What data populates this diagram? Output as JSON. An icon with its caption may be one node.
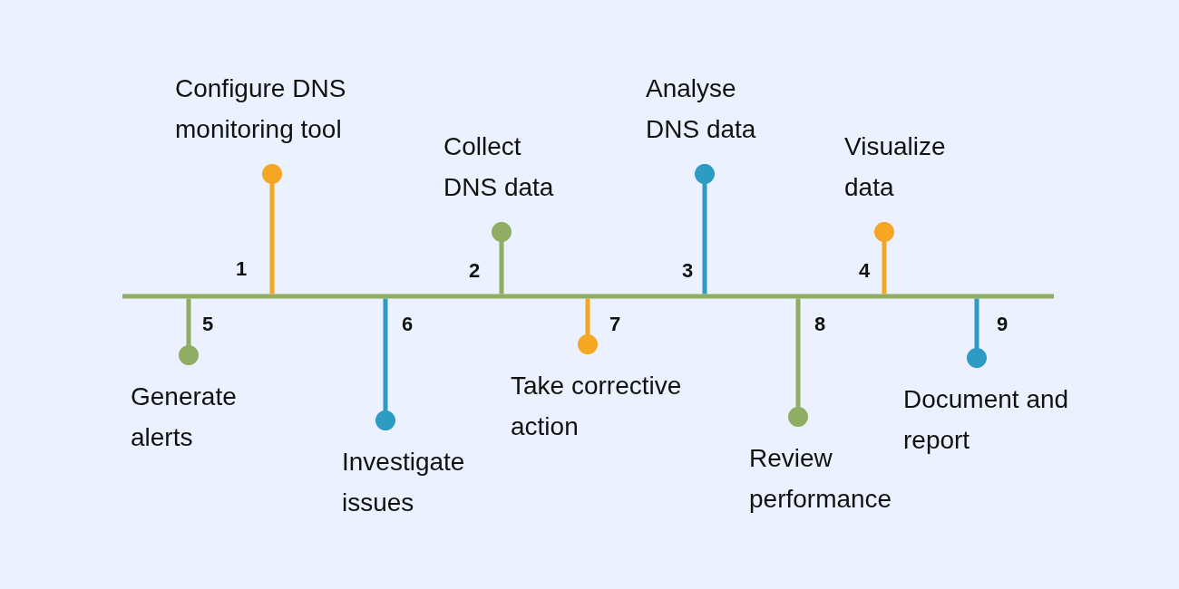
{
  "diagram": {
    "nodes": [
      {
        "text": [],
        "shape": "bar"
      },
      {
        "text": [
          "Configure DNS monitoring tool"
        ]
      },
      {
        "text": [
          "Collect DNS data"
        ]
      },
      {
        "text": [
          "Analyse DNS data"
        ]
      },
      {
        "text": [
          "Visualize data"
        ]
      },
      {
        "text": [
          "Generate alerts"
        ]
      },
      {
        "text": [
          "Investigate issues"
        ]
      },
      {
        "text": [
          "Take corrective action"
        ]
      },
      {
        "text": [
          "Review performance"
        ]
      },
      {
        "text": [
          "Document and report"
        ]
      }
    ],
    "edges": [
      {
        "from": 0,
        "to": 1,
        "arrow": "other",
        "color": "#f5a623"
      },
      {
        "from": 0,
        "to": 2,
        "arrow": "other",
        "color": "#8fad63"
      },
      {
        "from": 0,
        "to": 3,
        "arrow": "other",
        "color": "#2e9bc4"
      },
      {
        "from": 0,
        "to": 4,
        "arrow": "other",
        "color": "#f5a623"
      },
      {
        "from": 0,
        "to": 5,
        "arrow": "other",
        "color": "#8fad63"
      },
      {
        "from": 0,
        "to": 6,
        "arrow": "other",
        "color": "#2e9bc4"
      },
      {
        "from": 0,
        "to": 7,
        "arrow": "other",
        "color": "#f5a623"
      },
      {
        "from": 0,
        "to": 8,
        "arrow": "other",
        "color": "#8fad63"
      },
      {
        "from": 0,
        "to": 9,
        "arrow": "other",
        "color": "#2e9bc4"
      }
    ],
    "labels": [
      "1",
      "2",
      "3",
      "4",
      "5",
      "6",
      "7",
      "8",
      "9"
    ]
  }
}
